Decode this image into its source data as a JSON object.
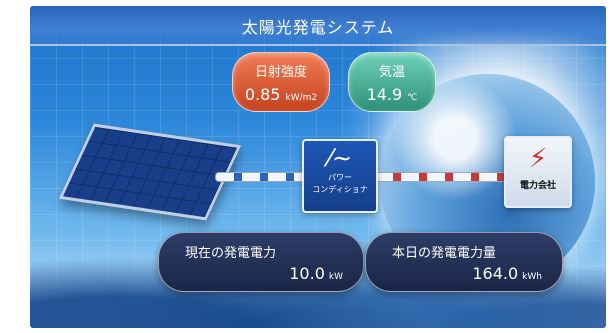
{
  "title": "太陽光発電システム",
  "irradiance": {
    "label": "日射強度",
    "value": "0.85",
    "unit": "kW/m2"
  },
  "temperature": {
    "label": "気温",
    "value": "14.9",
    "unit": "℃"
  },
  "power_conditioner": {
    "icon": "power-conditioner-icon",
    "label_line1": "パワー",
    "label_line2": "コンディショナ"
  },
  "utility": {
    "icon": "utility-company-icon",
    "label": "電力会社"
  },
  "current_power": {
    "label": "現在の発電電力",
    "value": "10.0",
    "unit": "kW"
  },
  "daily_energy": {
    "label": "本日の発電電力量",
    "value": "164.0",
    "unit": "kWh"
  },
  "colors": {
    "irradiance": "#d4562f",
    "temperature": "#3aa38a",
    "readout": "#22305a",
    "title_bar": "#2a64b8"
  }
}
